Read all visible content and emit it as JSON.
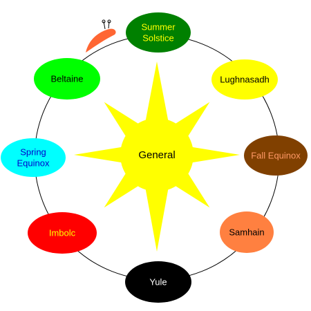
{
  "center": {
    "label": "General",
    "fill": "#ffff00",
    "text_color": "#000000"
  },
  "sun_ray_color": "#ffff00",
  "ring_color": "#000000",
  "snail": {
    "body_color": "#ff7f3f",
    "shell_color": "#ff6633"
  },
  "nodes": [
    {
      "id": "summer-solstice",
      "lines": [
        "Summer",
        "Solstice"
      ],
      "fill": "#008000",
      "text_color": "#ffff00"
    },
    {
      "id": "lughnasadh",
      "lines": [
        "Lughnasadh"
      ],
      "fill": "#ffff00",
      "text_color": "#000000"
    },
    {
      "id": "fall-equinox",
      "lines": [
        "Fall Equinox"
      ],
      "fill": "#804000",
      "text_color": "#ff9966"
    },
    {
      "id": "samhain",
      "lines": [
        "Samhain"
      ],
      "fill": "#ff8040",
      "text_color": "#000000"
    },
    {
      "id": "yule",
      "lines": [
        "Yule"
      ],
      "fill": "#000000",
      "text_color": "#ffffff"
    },
    {
      "id": "imbolc",
      "lines": [
        "Imbolc"
      ],
      "fill": "#ff0000",
      "text_color": "#ffff00"
    },
    {
      "id": "spring-equinox",
      "lines": [
        "Spring",
        "Equinox"
      ],
      "fill": "#00ffff",
      "text_color": "#0000cc"
    },
    {
      "id": "beltaine",
      "lines": [
        "Beltaine"
      ],
      "fill": "#00ff00",
      "text_color": "#000000"
    }
  ]
}
